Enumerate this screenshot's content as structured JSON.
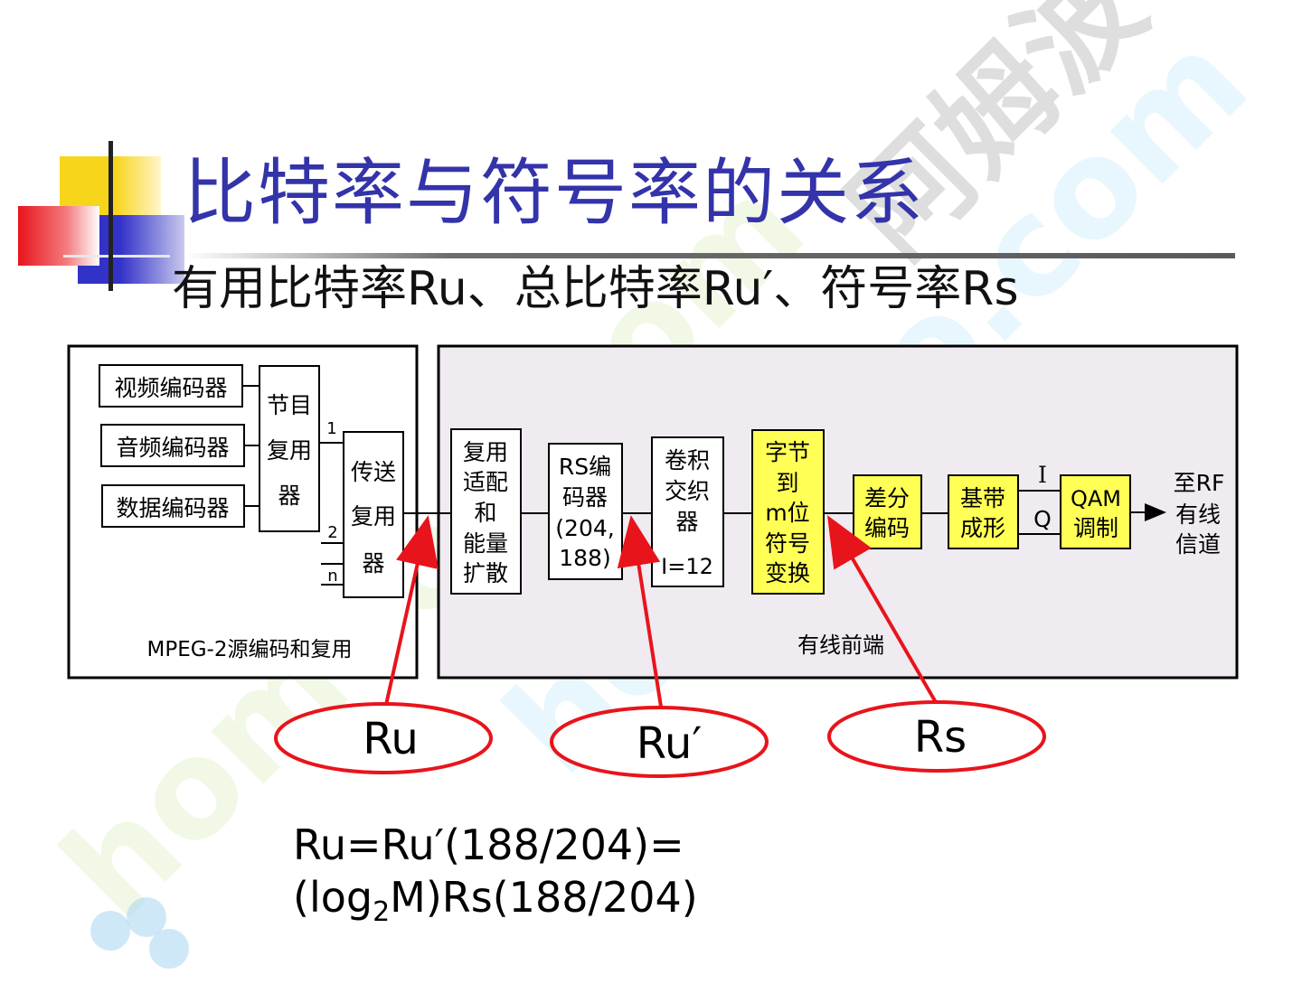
{
  "title": "比特率与符号率的关系",
  "subtitle": "有用比特率Ru、总比特率Ru′、符号率Rs",
  "source_panel": {
    "label": "MPEG-2源编码和复用",
    "encoders": [
      "视频编码器",
      "音频编码器",
      "数据编码器"
    ],
    "program_mux": [
      "节目",
      "复用",
      "器"
    ],
    "transport_mux": [
      "传送",
      "复用",
      "器"
    ],
    "port_labels": [
      "1",
      "2",
      "n"
    ]
  },
  "headend_panel": {
    "label": "有线前端",
    "blocks": [
      {
        "id": "mux-adapt",
        "lines": [
          "复用",
          "适配",
          "和",
          "能量",
          "扩散"
        ],
        "highlight": false
      },
      {
        "id": "rs-encoder",
        "lines": [
          "RS编",
          "码器",
          "(204,",
          "188)"
        ],
        "highlight": false
      },
      {
        "id": "interleaver",
        "lines": [
          "卷积",
          "交织",
          "器",
          "",
          "I=12"
        ],
        "highlight": false
      },
      {
        "id": "byte-to-symbol",
        "lines": [
          "字节",
          "到",
          "m位",
          "符号",
          "变换"
        ],
        "highlight": true
      },
      {
        "id": "diff-encode",
        "lines": [
          "差分",
          "编码"
        ],
        "highlight": true
      },
      {
        "id": "baseband-shaping",
        "lines": [
          "基带",
          "成形"
        ],
        "highlight": true
      },
      {
        "id": "qam-mod",
        "lines": [
          "QAM",
          "调制"
        ],
        "highlight": true
      }
    ],
    "iq_labels": [
      "I",
      "Q"
    ],
    "output": [
      "至RF",
      "有线",
      "信道"
    ]
  },
  "callouts": [
    {
      "id": "ru",
      "label": "Ru"
    },
    {
      "id": "ru-prime",
      "label": "Ru′"
    },
    {
      "id": "rs",
      "label": "Rs"
    }
  ],
  "formula": {
    "line1": "Ru=Ru′(188/204)=",
    "line2_pre": "(log",
    "line2_sub": "2",
    "line2_post": "M)Rs(188/204)"
  },
  "watermark": [
    "homeoo.com",
    "homeoo.com",
    "阿姆波"
  ],
  "colors": {
    "title": "#3333aa",
    "highlight_fill": "#ffff55",
    "headend_bg": "#efebf0",
    "callout_red": "#e8141b"
  }
}
